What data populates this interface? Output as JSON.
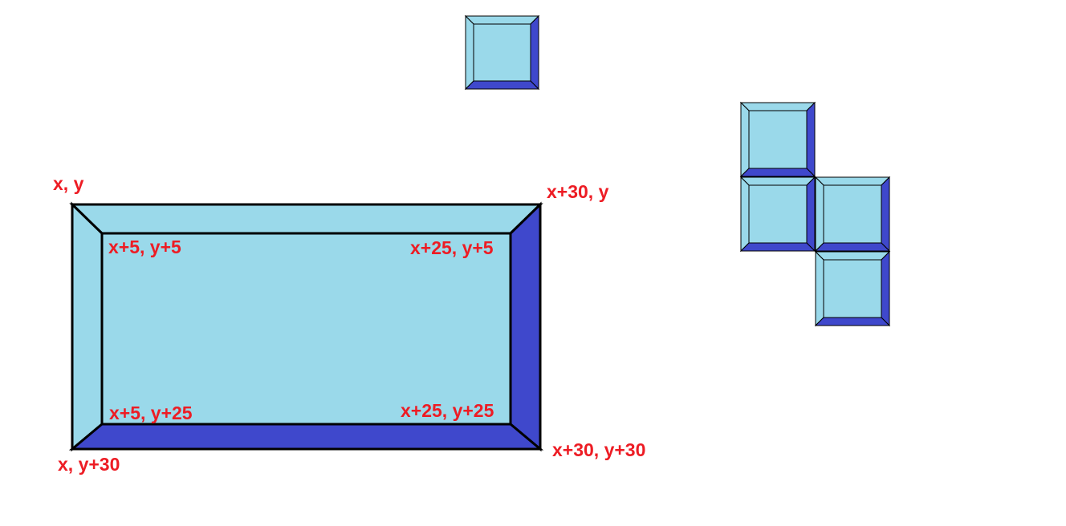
{
  "colors": {
    "face_light": "#9AD9EA",
    "face_dark": "#3F48CC",
    "outline": "#000000",
    "label": "#ED1C24",
    "background": "#FFFFFF"
  },
  "labels": {
    "outer_top_left": "x, y",
    "outer_top_right": "x+30, y",
    "outer_bottom_left": "x, y+30",
    "outer_bottom_right": "x+30, y+30",
    "inner_top_left": "x+5, y+5",
    "inner_top_right": "x+25, y+5",
    "inner_bottom_left": "x+5, y+25",
    "inner_bottom_right": "x+25, y+25"
  }
}
